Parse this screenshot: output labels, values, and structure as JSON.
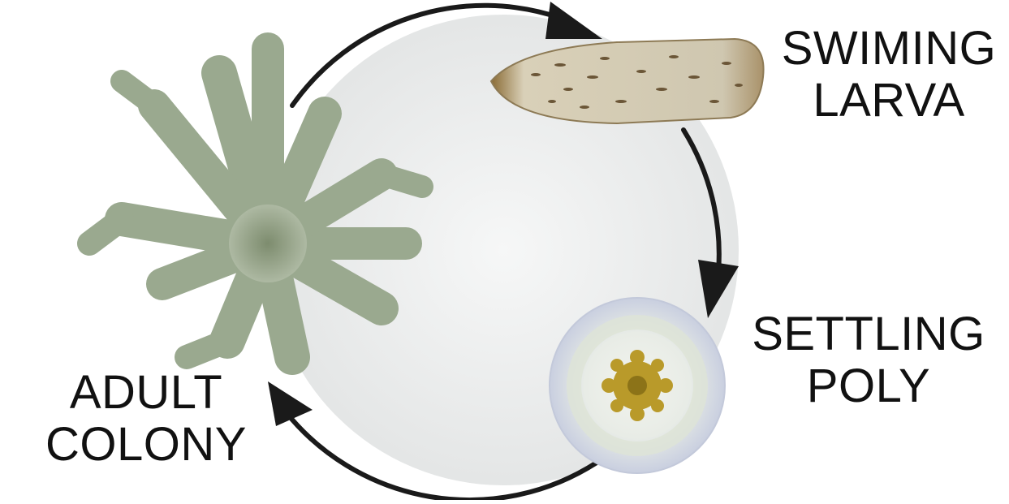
{
  "diagram": {
    "stages": [
      {
        "id": "larva",
        "lines": [
          "SWIMING",
          "LARVA"
        ]
      },
      {
        "id": "polyp",
        "lines": [
          "SETTLING",
          "POLY"
        ]
      },
      {
        "id": "adult",
        "lines": [
          "ADULT",
          "COLONY"
        ]
      }
    ],
    "colors": {
      "arrow": "#1a1a1a",
      "disc_fill": "#eeefef",
      "coral": "#9aa98f",
      "larva": "#c9c1aa",
      "larva_spots": "#6b5637",
      "polyp_outer": "#e4e8f0",
      "polyp_center": "#b99a2a"
    }
  }
}
